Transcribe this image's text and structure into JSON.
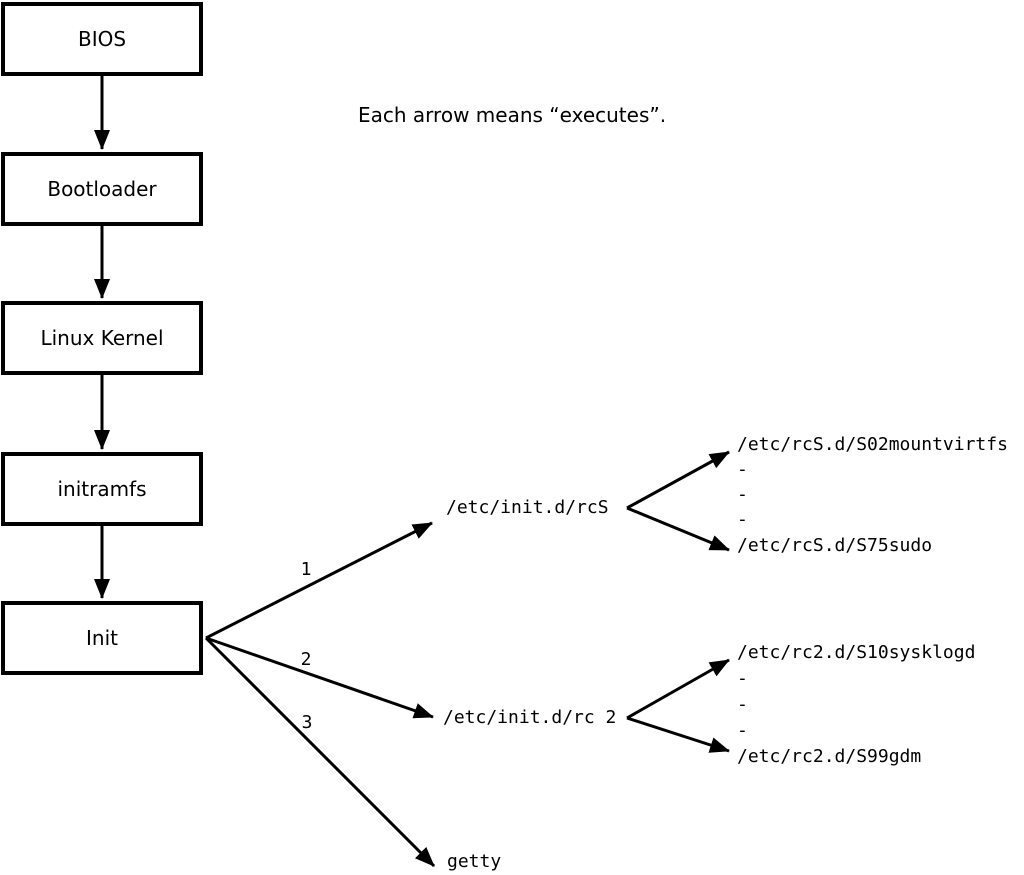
{
  "note": "Each arrow means “executes”.",
  "chain": [
    {
      "label": "BIOS"
    },
    {
      "label": "Bootloader"
    },
    {
      "label": "Linux Kernel"
    },
    {
      "label": "initramfs"
    },
    {
      "label": "Init"
    }
  ],
  "branches": [
    {
      "order_label": "1",
      "target": "/etc/init.d/rcS",
      "scripts": [
        "/etc/rcS.d/S02mountvirtfs",
        "-",
        "-",
        "-",
        "/etc/rcS.d/S75sudo"
      ]
    },
    {
      "order_label": "2",
      "target": "/etc/init.d/rc 2",
      "scripts": [
        "/etc/rc2.d/S10sysklogd",
        "-",
        "-",
        "-",
        "/etc/rc2.d/S99gdm"
      ]
    },
    {
      "order_label": "3",
      "target": "getty",
      "scripts": []
    }
  ],
  "colors": {
    "line": "#000000",
    "background": "#ffffff"
  }
}
